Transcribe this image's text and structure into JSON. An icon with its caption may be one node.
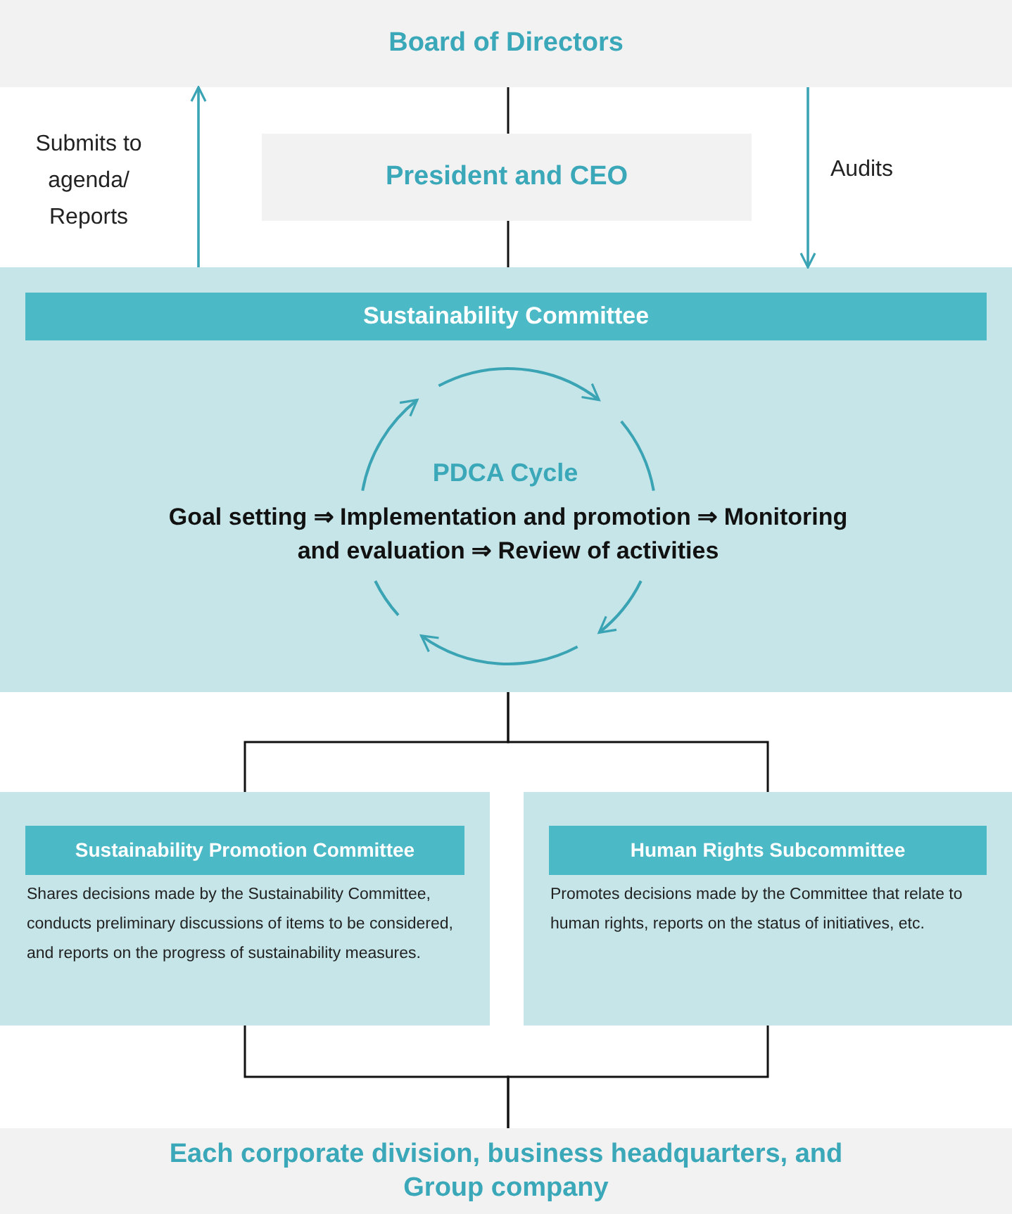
{
  "diagram": {
    "nodes": [
      {
        "text": [
          "Board of Directors"
        ]
      },
      {
        "text": [
          "President and CEO"
        ]
      },
      {
        "text": [
          "Sustainability Committee",
          "PDCA Cycle",
          "Goal setting ⇒ Implementation and promotion ⇒ Monitoring and evaluation ⇒ Review of activities"
        ]
      },
      {
        "text": [
          "Sustainability Promotion Committee",
          "Shares decisions made by the Sustainability Committee, conducts preliminary discussions of items to be considered, and reports on the progress of sustainability measures."
        ]
      },
      {
        "text": [
          "Human Rights Subcommittee",
          "Promotes decisions made by the Committee that relate to human rights, reports on the status of initiatives, etc."
        ]
      },
      {
        "text": [
          "Each corporate division, business headquarters, and Group company"
        ]
      }
    ],
    "edges": [
      {
        "from": 0,
        "to": 1,
        "arrow": "none"
      },
      {
        "from": 1,
        "to": 2,
        "arrow": "none"
      },
      {
        "from": 2,
        "to": 0,
        "arrow": "to",
        "label": "Submits to agenda/ Reports",
        "color": "#3ba4b4"
      },
      {
        "from": 0,
        "to": 2,
        "arrow": "to",
        "label": "Audits",
        "color": "#3ba4b4"
      },
      {
        "from": 2,
        "to": 3,
        "arrow": "none"
      },
      {
        "from": 2,
        "to": 4,
        "arrow": "none"
      },
      {
        "from": 3,
        "to": 5,
        "arrow": "none"
      },
      {
        "from": 4,
        "to": 5,
        "arrow": "none"
      }
    ]
  }
}
